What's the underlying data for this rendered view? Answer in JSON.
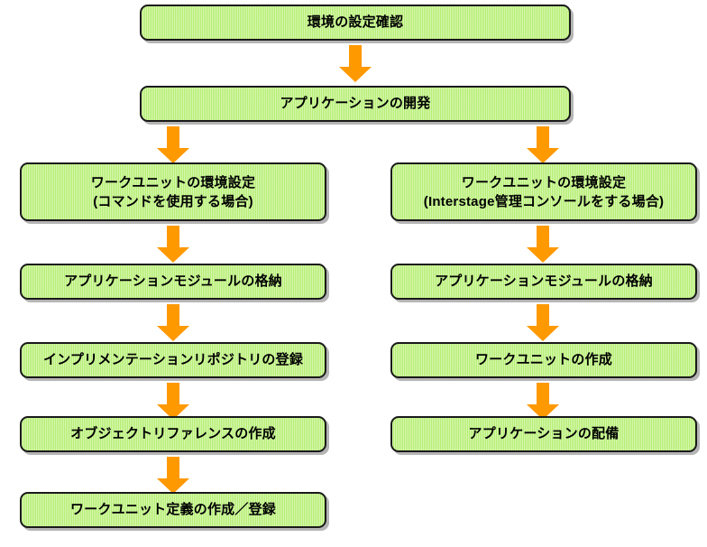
{
  "diagram": {
    "title": "Work Unit setup flow",
    "colors": {
      "node_fill": "#bbf178",
      "node_border": "#1a1a1a",
      "arrow": "#ff9900",
      "text": "#000000",
      "background": "#ffffff"
    },
    "nodes": {
      "check_environment": "環境の設定確認",
      "develop_application": "アプリケーションの開発",
      "left_workunit_env": "ワークユニットの環境設定\n(コマンドを使用する場合)",
      "left_store_module": "アプリケーションモジュールの格納",
      "left_register_repository": "インプリメンテーションリポジトリの登録",
      "left_create_objref": "オブジェクトリファレンスの作成",
      "left_create_wudef": "ワークユニット定義の作成／登録",
      "right_workunit_env": "ワークユニットの環境設定\n(Interstage管理コンソールをする場合)",
      "right_store_module": "アプリケーションモジュールの格納",
      "right_create_workunit": "ワークユニットの作成",
      "right_deploy_application": "アプリケーションの配備"
    }
  }
}
